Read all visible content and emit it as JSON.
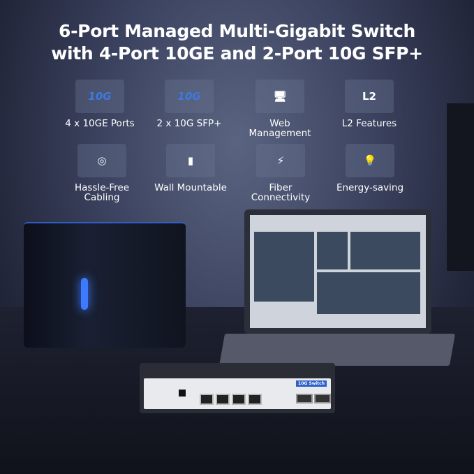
{
  "title": {
    "line1": "6-Port Managed Multi-Gigabit Switch",
    "line2": "with 4-Port 10GE and 2-Port 10G SFP+"
  },
  "features": [
    {
      "label": "4 x 10GE Ports",
      "icon": "10g-arrows-icon",
      "icon_text": "10G"
    },
    {
      "label": "2 x 10G SFP+",
      "icon": "10g-sfp-icon",
      "icon_text": "10G"
    },
    {
      "label": "Web Management",
      "icon": "computer-user-icon"
    },
    {
      "label": "L2 Features",
      "icon": "l2-switch-icon",
      "icon_text": "L2"
    },
    {
      "label": "Hassle-Free Cabling",
      "icon": "cable-coil-icon"
    },
    {
      "label": "Wall Mountable",
      "icon": "wall-mount-icon"
    },
    {
      "label": "Fiber Connectivity",
      "icon": "fiber-bolt-icon"
    },
    {
      "label": "Energy-saving",
      "icon": "lightbulb-icon"
    }
  ],
  "switch": {
    "badge": "10G Switch"
  },
  "colors": {
    "accent": "#3d7ae0"
  }
}
